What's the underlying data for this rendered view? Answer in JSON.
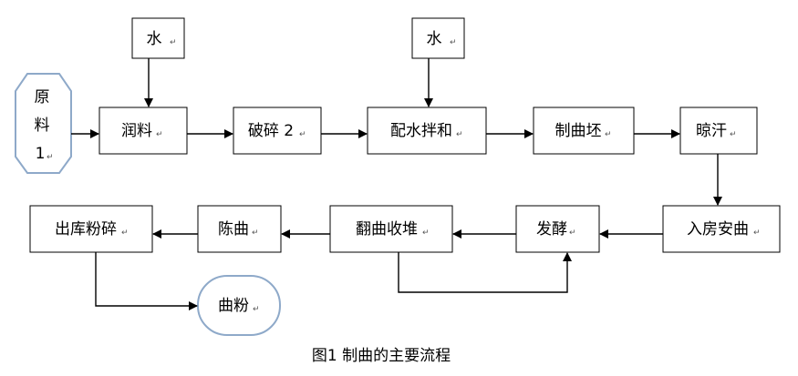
{
  "diagram": {
    "colors": {
      "line": "#000000",
      "terminal_stroke": "#8ea9c9",
      "box_stroke": "#000000"
    },
    "nodes": {
      "water1": "水",
      "water2": "水",
      "raw_material_1": "原",
      "raw_material_2": "料",
      "raw_material_3": "1",
      "wetting": "润料",
      "crushing": "破碎 2",
      "water_mixing": "配水拌和",
      "qu_block": "制曲坯",
      "drying": "晾汗",
      "storage": "入房安曲",
      "fermentation": "发酵",
      "turning": "翻曲收堆",
      "aging": "陈曲",
      "milling": "出库粉碎",
      "qu_powder": "曲粉"
    },
    "caption": "图1 制曲的主要流程"
  }
}
